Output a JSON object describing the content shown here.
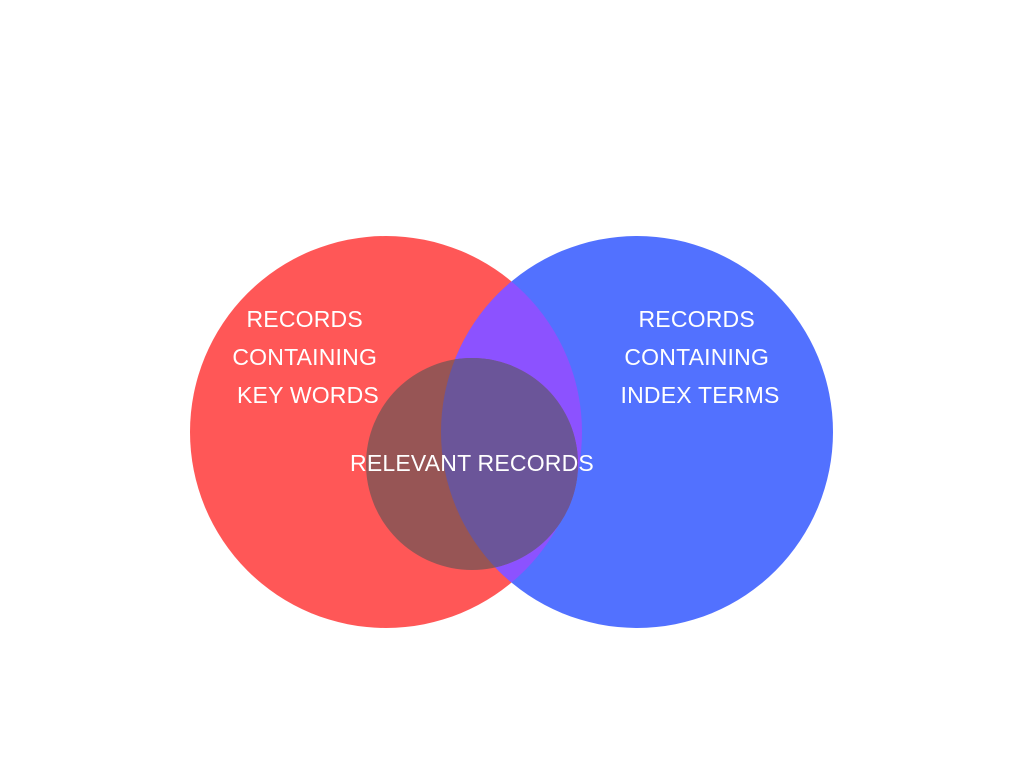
{
  "diagram": {
    "type": "venn",
    "colors": {
      "left_circle": "#ff5757",
      "right_circle": "#5271ff",
      "left_right_overlap": "#8c52ff",
      "center_circle": "#975555",
      "center_over_right": "#6b5599",
      "label_text": "#ffffff",
      "background": "#ffffff"
    },
    "left_set": {
      "lines": [
        "RECORDS",
        "CONTAINING",
        "KEY WORDS"
      ]
    },
    "right_set": {
      "lines": [
        "RECORDS",
        "CONTAINING",
        "INDEX TERMS"
      ]
    },
    "center_set": {
      "label": "RELEVANT RECORDS"
    }
  }
}
